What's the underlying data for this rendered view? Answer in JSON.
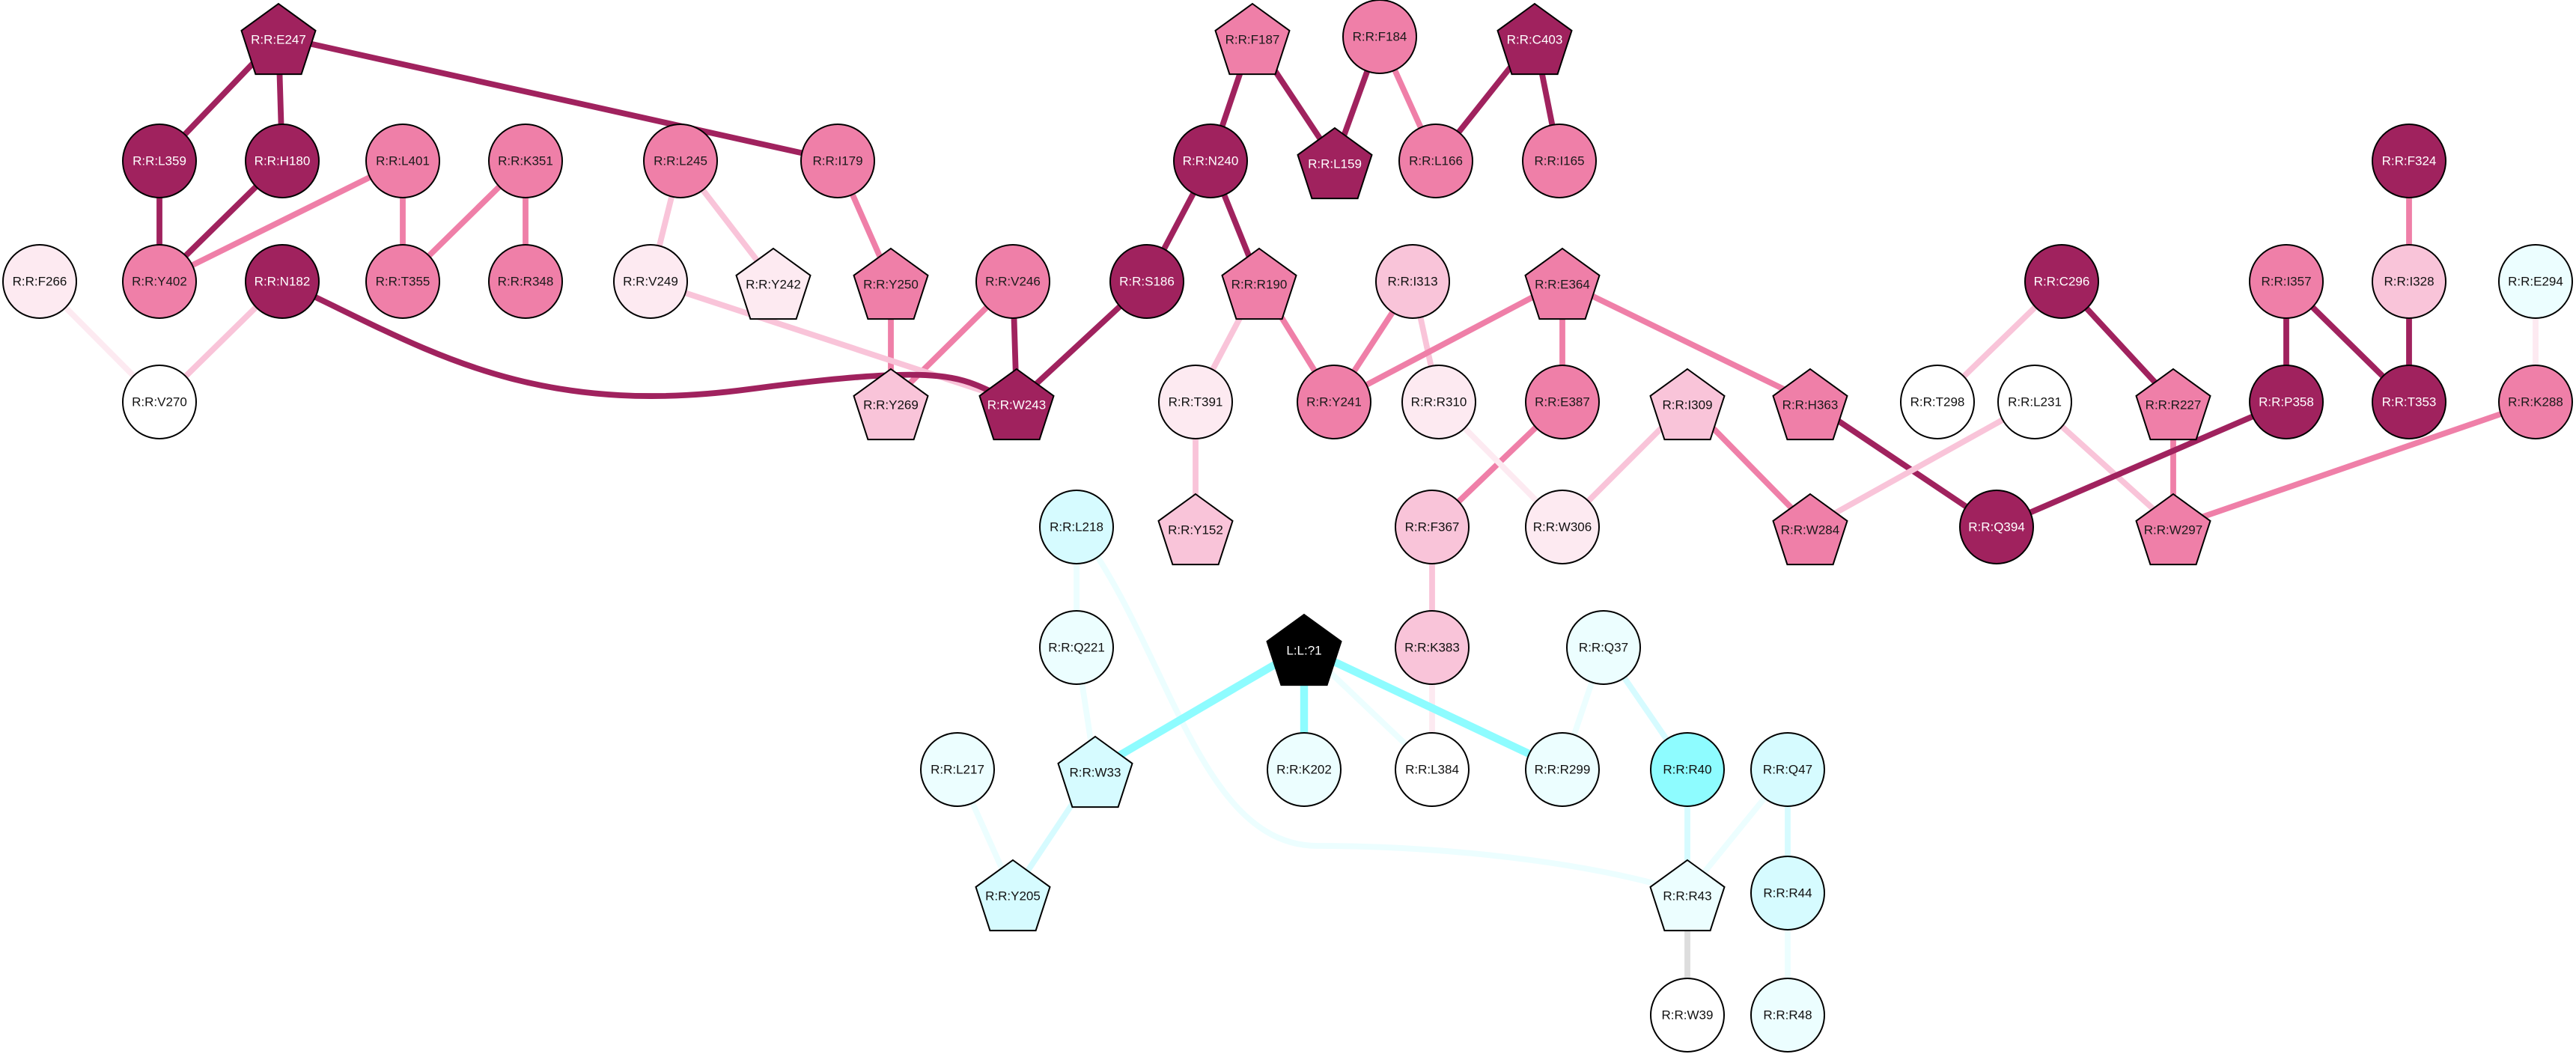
{
  "palette": {
    "dark_pink": "#a0225e",
    "mid_pink": "#ef7fa8",
    "light_pink": "#f9c4d9",
    "pale_pink": "#fdeaf1",
    "cyan": "#8efcff",
    "light_cyan": "#d6fbff",
    "pale_cyan": "#ecfeff",
    "white": "#ffffff",
    "black": "#000000",
    "grey": "#dddddd"
  },
  "nodes": [
    {
      "id": "E247",
      "label": "R:R:E247",
      "shape": "pentagon",
      "color": "dark_pink"
    },
    {
      "id": "F187",
      "label": "R:R:F187",
      "shape": "pentagon",
      "color": "mid_pink"
    },
    {
      "id": "F184",
      "label": "R:R:F184",
      "shape": "circle",
      "color": "mid_pink"
    },
    {
      "id": "C403",
      "label": "R:R:C403",
      "shape": "pentagon",
      "color": "dark_pink"
    },
    {
      "id": "L359",
      "label": "R:R:L359",
      "shape": "circle",
      "color": "dark_pink"
    },
    {
      "id": "H180",
      "label": "R:R:H180",
      "shape": "circle",
      "color": "dark_pink"
    },
    {
      "id": "L401",
      "label": "R:R:L401",
      "shape": "circle",
      "color": "mid_pink"
    },
    {
      "id": "K351",
      "label": "R:R:K351",
      "shape": "circle",
      "color": "mid_pink"
    },
    {
      "id": "L245",
      "label": "R:R:L245",
      "shape": "circle",
      "color": "mid_pink"
    },
    {
      "id": "I179",
      "label": "R:R:I179",
      "shape": "circle",
      "color": "mid_pink"
    },
    {
      "id": "N240",
      "label": "R:R:N240",
      "shape": "circle",
      "color": "dark_pink"
    },
    {
      "id": "L159",
      "label": "R:R:L159",
      "shape": "pentagon",
      "color": "dark_pink"
    },
    {
      "id": "L166",
      "label": "R:R:L166",
      "shape": "circle",
      "color": "mid_pink"
    },
    {
      "id": "I165",
      "label": "R:R:I165",
      "shape": "circle",
      "color": "mid_pink"
    },
    {
      "id": "F324",
      "label": "R:R:F324",
      "shape": "circle",
      "color": "dark_pink"
    },
    {
      "id": "F266",
      "label": "R:R:F266",
      "shape": "circle",
      "color": "pale_pink"
    },
    {
      "id": "Y402",
      "label": "R:R:Y402",
      "shape": "circle",
      "color": "mid_pink"
    },
    {
      "id": "N182",
      "label": "R:R:N182",
      "shape": "circle",
      "color": "dark_pink"
    },
    {
      "id": "T355",
      "label": "R:R:T355",
      "shape": "circle",
      "color": "mid_pink"
    },
    {
      "id": "R348",
      "label": "R:R:R348",
      "shape": "circle",
      "color": "mid_pink"
    },
    {
      "id": "V249",
      "label": "R:R:V249",
      "shape": "circle",
      "color": "pale_pink"
    },
    {
      "id": "Y242",
      "label": "R:R:Y242",
      "shape": "pentagon",
      "color": "pale_pink"
    },
    {
      "id": "Y250",
      "label": "R:R:Y250",
      "shape": "pentagon",
      "color": "mid_pink"
    },
    {
      "id": "V246",
      "label": "R:R:V246",
      "shape": "circle",
      "color": "mid_pink"
    },
    {
      "id": "S186",
      "label": "R:R:S186",
      "shape": "circle",
      "color": "dark_pink"
    },
    {
      "id": "R190",
      "label": "R:R:R190",
      "shape": "pentagon",
      "color": "mid_pink"
    },
    {
      "id": "I313",
      "label": "R:R:I313",
      "shape": "circle",
      "color": "light_pink"
    },
    {
      "id": "E364",
      "label": "R:R:E364",
      "shape": "pentagon",
      "color": "mid_pink"
    },
    {
      "id": "C296",
      "label": "R:R:C296",
      "shape": "circle",
      "color": "dark_pink"
    },
    {
      "id": "I357",
      "label": "R:R:I357",
      "shape": "circle",
      "color": "mid_pink"
    },
    {
      "id": "I328",
      "label": "R:R:I328",
      "shape": "circle",
      "color": "light_pink"
    },
    {
      "id": "E294",
      "label": "R:R:E294",
      "shape": "circle",
      "color": "pale_cyan"
    },
    {
      "id": "V270",
      "label": "R:R:V270",
      "shape": "circle",
      "color": "white"
    },
    {
      "id": "Y269",
      "label": "R:R:Y269",
      "shape": "pentagon",
      "color": "light_pink"
    },
    {
      "id": "W243",
      "label": "R:R:W243",
      "shape": "pentagon",
      "color": "dark_pink"
    },
    {
      "id": "T391",
      "label": "R:R:T391",
      "shape": "circle",
      "color": "pale_pink"
    },
    {
      "id": "Y241",
      "label": "R:R:Y241",
      "shape": "circle",
      "color": "mid_pink"
    },
    {
      "id": "R310",
      "label": "R:R:R310",
      "shape": "circle",
      "color": "pale_pink"
    },
    {
      "id": "E387",
      "label": "R:R:E387",
      "shape": "circle",
      "color": "mid_pink"
    },
    {
      "id": "I309",
      "label": "R:R:I309",
      "shape": "pentagon",
      "color": "light_pink"
    },
    {
      "id": "H363",
      "label": "R:R:H363",
      "shape": "pentagon",
      "color": "mid_pink"
    },
    {
      "id": "T298",
      "label": "R:R:T298",
      "shape": "circle",
      "color": "white"
    },
    {
      "id": "L231",
      "label": "R:R:L231",
      "shape": "circle",
      "color": "white"
    },
    {
      "id": "R227",
      "label": "R:R:R227",
      "shape": "pentagon",
      "color": "mid_pink"
    },
    {
      "id": "P358",
      "label": "R:R:P358",
      "shape": "circle",
      "color": "dark_pink"
    },
    {
      "id": "T353",
      "label": "R:R:T353",
      "shape": "circle",
      "color": "dark_pink"
    },
    {
      "id": "K288",
      "label": "R:R:K288",
      "shape": "circle",
      "color": "mid_pink"
    },
    {
      "id": "L218",
      "label": "R:R:L218",
      "shape": "circle",
      "color": "light_cyan"
    },
    {
      "id": "Y152",
      "label": "R:R:Y152",
      "shape": "pentagon",
      "color": "light_pink"
    },
    {
      "id": "F367",
      "label": "R:R:F367",
      "shape": "circle",
      "color": "light_pink"
    },
    {
      "id": "W306",
      "label": "R:R:W306",
      "shape": "circle",
      "color": "pale_pink"
    },
    {
      "id": "W284",
      "label": "R:R:W284",
      "shape": "pentagon",
      "color": "mid_pink"
    },
    {
      "id": "Q394",
      "label": "R:R:Q394",
      "shape": "circle",
      "color": "dark_pink"
    },
    {
      "id": "W297",
      "label": "R:R:W297",
      "shape": "pentagon",
      "color": "mid_pink"
    },
    {
      "id": "LIG",
      "label": "L:L:?1",
      "shape": "pentagon",
      "color": "black"
    },
    {
      "id": "Q221",
      "label": "R:R:Q221",
      "shape": "circle",
      "color": "pale_cyan"
    },
    {
      "id": "K383",
      "label": "R:R:K383",
      "shape": "circle",
      "color": "light_pink"
    },
    {
      "id": "Q37",
      "label": "R:R:Q37",
      "shape": "circle",
      "color": "pale_cyan"
    },
    {
      "id": "L217",
      "label": "R:R:L217",
      "shape": "circle",
      "color": "pale_cyan"
    },
    {
      "id": "W33",
      "label": "R:R:W33",
      "shape": "pentagon",
      "color": "light_cyan"
    },
    {
      "id": "K202",
      "label": "R:R:K202",
      "shape": "circle",
      "color": "pale_cyan"
    },
    {
      "id": "L384",
      "label": "R:R:L384",
      "shape": "circle",
      "color": "white"
    },
    {
      "id": "R299",
      "label": "R:R:R299",
      "shape": "circle",
      "color": "pale_cyan"
    },
    {
      "id": "R40",
      "label": "R:R:R40",
      "shape": "circle",
      "color": "cyan"
    },
    {
      "id": "Q47",
      "label": "R:R:Q47",
      "shape": "circle",
      "color": "light_cyan"
    },
    {
      "id": "Y205",
      "label": "R:R:Y205",
      "shape": "pentagon",
      "color": "light_cyan"
    },
    {
      "id": "R43",
      "label": "R:R:R43",
      "shape": "pentagon",
      "color": "pale_cyan"
    },
    {
      "id": "R44",
      "label": "R:R:R44",
      "shape": "circle",
      "color": "light_cyan"
    },
    {
      "id": "W39",
      "label": "R:R:W39",
      "shape": "circle",
      "color": "white"
    },
    {
      "id": "R48",
      "label": "R:R:R48",
      "shape": "circle",
      "color": "pale_cyan"
    }
  ],
  "edges": [
    {
      "source": "E247",
      "target": "L359",
      "color": "dark_pink",
      "weight": 3
    },
    {
      "source": "E247",
      "target": "H180",
      "color": "dark_pink",
      "weight": 3
    },
    {
      "source": "E247",
      "target": "I179",
      "color": "dark_pink",
      "weight": 3
    },
    {
      "source": "L359",
      "target": "Y402",
      "color": "dark_pink",
      "weight": 3
    },
    {
      "source": "H180",
      "target": "Y402",
      "color": "dark_pink",
      "weight": 3
    },
    {
      "source": "L401",
      "target": "Y402",
      "color": "mid_pink",
      "weight": 3
    },
    {
      "source": "L401",
      "target": "T355",
      "color": "mid_pink",
      "weight": 3
    },
    {
      "source": "K351",
      "target": "T355",
      "color": "mid_pink",
      "weight": 3
    },
    {
      "source": "K351",
      "target": "R348",
      "color": "mid_pink",
      "weight": 3
    },
    {
      "source": "L245",
      "target": "V249",
      "color": "light_pink",
      "weight": 3
    },
    {
      "source": "L245",
      "target": "Y242",
      "color": "light_pink",
      "weight": 3
    },
    {
      "source": "I179",
      "target": "Y250",
      "color": "mid_pink",
      "weight": 3
    },
    {
      "source": "Y250",
      "target": "Y269",
      "color": "mid_pink",
      "weight": 3
    },
    {
      "source": "V246",
      "target": "Y269",
      "color": "mid_pink",
      "weight": 3
    },
    {
      "source": "V246",
      "target": "W243",
      "color": "dark_pink",
      "weight": 3
    },
    {
      "source": "V249",
      "target": "W243",
      "color": "light_pink",
      "weight": 3
    },
    {
      "source": "N182",
      "target": "W243",
      "color": "dark_pink",
      "weight": 3,
      "curved": true
    },
    {
      "source": "N182",
      "target": "V270",
      "color": "light_pink",
      "weight": 3
    },
    {
      "source": "F266",
      "target": "V270",
      "color": "pale_pink",
      "weight": 3
    },
    {
      "source": "S186",
      "target": "W243",
      "color": "dark_pink",
      "weight": 3
    },
    {
      "source": "N240",
      "target": "S186",
      "color": "dark_pink",
      "weight": 3
    },
    {
      "source": "N240",
      "target": "R190",
      "color": "dark_pink",
      "weight": 3
    },
    {
      "source": "F187",
      "target": "N240",
      "color": "dark_pink",
      "weight": 3
    },
    {
      "source": "F187",
      "target": "L159",
      "color": "dark_pink",
      "weight": 3
    },
    {
      "source": "F184",
      "target": "L159",
      "color": "dark_pink",
      "weight": 3
    },
    {
      "source": "F184",
      "target": "L166",
      "color": "mid_pink",
      "weight": 3
    },
    {
      "source": "C403",
      "target": "L166",
      "color": "dark_pink",
      "weight": 3
    },
    {
      "source": "C403",
      "target": "I165",
      "color": "dark_pink",
      "weight": 3
    },
    {
      "source": "R190",
      "target": "T391",
      "color": "light_pink",
      "weight": 3
    },
    {
      "source": "R190",
      "target": "Y241",
      "color": "mid_pink",
      "weight": 3
    },
    {
      "source": "T391",
      "target": "Y152",
      "color": "light_pink",
      "weight": 3
    },
    {
      "source": "I313",
      "target": "Y241",
      "color": "mid_pink",
      "weight": 3
    },
    {
      "source": "I313",
      "target": "R310",
      "color": "light_pink",
      "weight": 3
    },
    {
      "source": "E364",
      "target": "Y241",
      "color": "mid_pink",
      "weight": 3
    },
    {
      "source": "E364",
      "target": "E387",
      "color": "mid_pink",
      "weight": 3
    },
    {
      "source": "E364",
      "target": "H363",
      "color": "mid_pink",
      "weight": 3
    },
    {
      "source": "E387",
      "target": "F367",
      "color": "mid_pink",
      "weight": 3
    },
    {
      "source": "R310",
      "target": "W306",
      "color": "pale_pink",
      "weight": 3
    },
    {
      "source": "I309",
      "target": "W306",
      "color": "light_pink",
      "weight": 3
    },
    {
      "source": "I309",
      "target": "W284",
      "color": "mid_pink",
      "weight": 3
    },
    {
      "source": "H363",
      "target": "Q394",
      "color": "dark_pink",
      "weight": 3
    },
    {
      "source": "C296",
      "target": "T298",
      "color": "light_pink",
      "weight": 3
    },
    {
      "source": "C296",
      "target": "R227",
      "color": "dark_pink",
      "weight": 3
    },
    {
      "source": "L231",
      "target": "W284",
      "color": "light_pink",
      "weight": 3
    },
    {
      "source": "L231",
      "target": "W297",
      "color": "light_pink",
      "weight": 3
    },
    {
      "source": "R227",
      "target": "W297",
      "color": "mid_pink",
      "weight": 3
    },
    {
      "source": "P358",
      "target": "Q394",
      "color": "dark_pink",
      "weight": 3
    },
    {
      "source": "I357",
      "target": "P358",
      "color": "dark_pink",
      "weight": 3
    },
    {
      "source": "I357",
      "target": "T353",
      "color": "dark_pink",
      "weight": 3
    },
    {
      "source": "F324",
      "target": "I328",
      "color": "mid_pink",
      "weight": 3
    },
    {
      "source": "I328",
      "target": "T353",
      "color": "dark_pink",
      "weight": 3
    },
    {
      "source": "E294",
      "target": "K288",
      "color": "pale_pink",
      "weight": 3
    },
    {
      "source": "K288",
      "target": "W297",
      "color": "mid_pink",
      "weight": 3
    },
    {
      "source": "F367",
      "target": "K383",
      "color": "light_pink",
      "weight": 3
    },
    {
      "source": "K383",
      "target": "L384",
      "color": "pale_pink",
      "weight": 3
    },
    {
      "source": "L218",
      "target": "Q221",
      "color": "pale_cyan",
      "weight": 3
    },
    {
      "source": "L218",
      "target": "R43",
      "color": "pale_cyan",
      "weight": 3,
      "curved": true
    },
    {
      "source": "Q221",
      "target": "W33",
      "color": "pale_cyan",
      "weight": 3
    },
    {
      "source": "LIG",
      "target": "W33",
      "color": "cyan",
      "weight": 4
    },
    {
      "source": "LIG",
      "target": "K202",
      "color": "cyan",
      "weight": 4
    },
    {
      "source": "LIG",
      "target": "L384",
      "color": "pale_cyan",
      "weight": 3
    },
    {
      "source": "LIG",
      "target": "R299",
      "color": "cyan",
      "weight": 4
    },
    {
      "source": "W33",
      "target": "Y205",
      "color": "light_cyan",
      "weight": 3
    },
    {
      "source": "L217",
      "target": "Y205",
      "color": "pale_cyan",
      "weight": 3
    },
    {
      "source": "Q37",
      "target": "R299",
      "color": "pale_cyan",
      "weight": 3
    },
    {
      "source": "Q37",
      "target": "R40",
      "color": "light_cyan",
      "weight": 3
    },
    {
      "source": "R40",
      "target": "R43",
      "color": "light_cyan",
      "weight": 3
    },
    {
      "source": "Q47",
      "target": "R43",
      "color": "pale_cyan",
      "weight": 3
    },
    {
      "source": "Q47",
      "target": "R44",
      "color": "light_cyan",
      "weight": 3
    },
    {
      "source": "R44",
      "target": "R48",
      "color": "pale_cyan",
      "weight": 3
    },
    {
      "source": "R43",
      "target": "W39",
      "color": "grey",
      "weight": 3
    }
  ]
}
